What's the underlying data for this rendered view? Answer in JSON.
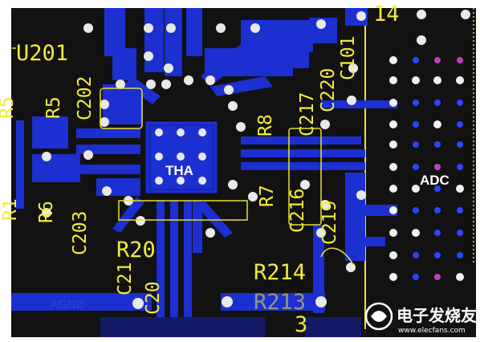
{
  "board": {
    "chips": {
      "tha": "THA",
      "adc": "ADC"
    },
    "net_labels": {
      "agnd": "AGND"
    },
    "silkscreen": {
      "u201": "U201",
      "r5_left": "R5",
      "r5": "R5",
      "c202": "C202",
      "r8": "R8",
      "c217": "C217",
      "c220": "C220",
      "c101": "C101",
      "r1": "R1",
      "r6": "R6",
      "c203": "C203",
      "r7": "R7",
      "c216": "C216",
      "c219": "C219",
      "r20": "R20",
      "c21": "C21",
      "c20": "C20",
      "r214": "R214",
      "r213": "R213",
      "ref_3": "3",
      "ref_14": "14"
    }
  },
  "watermark": {
    "text": "电子发烧友",
    "url": "www.elecfans.com"
  }
}
